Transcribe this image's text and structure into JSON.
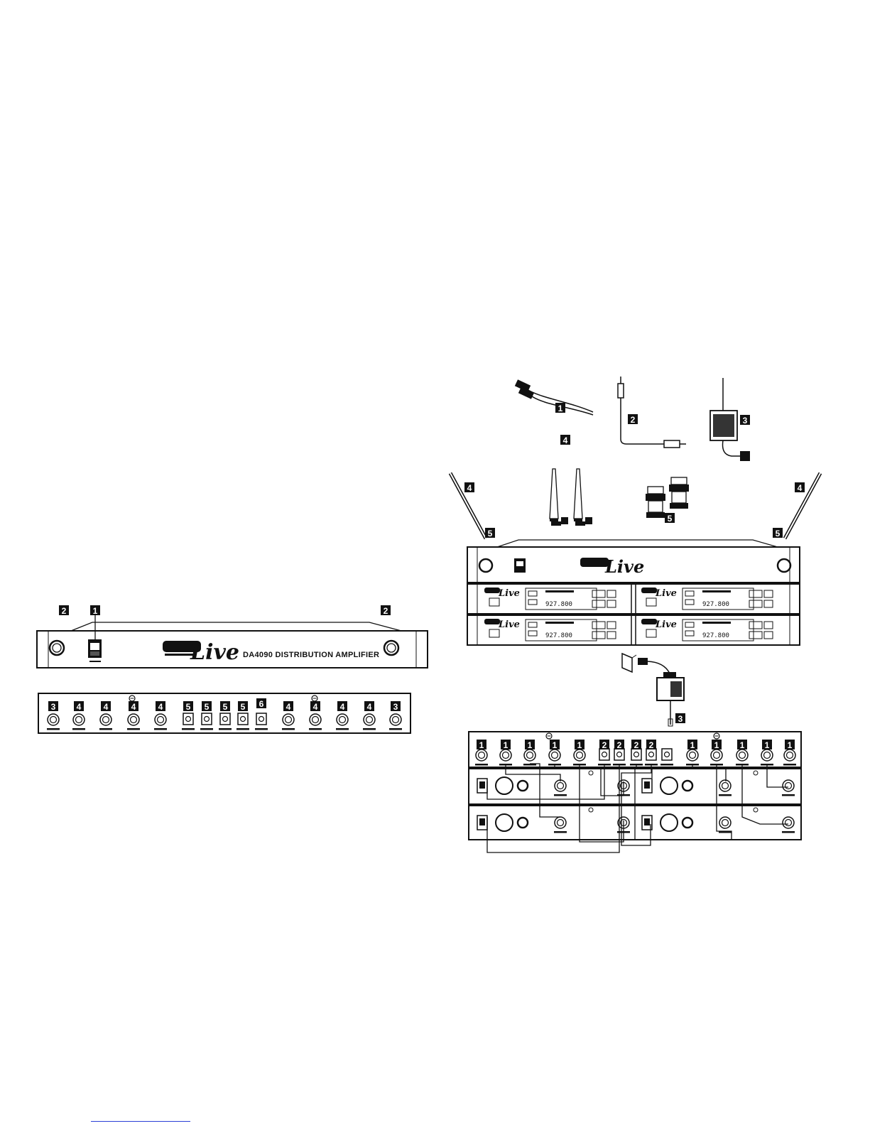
{
  "left_diagram": {
    "front_panel": {
      "product_name": "DA4090 DISTRIBUTION AMPLIFIER",
      "callouts": [
        "2",
        "1",
        "2"
      ]
    },
    "rear_panel": {
      "callouts": [
        "3",
        "4",
        "4",
        "4",
        "4",
        "5",
        "5",
        "5",
        "5",
        "6",
        "4",
        "4",
        "4",
        "4",
        "3"
      ]
    }
  },
  "right_diagram": {
    "accessories": {
      "callouts": [
        "1",
        "2",
        "3",
        "4",
        "5"
      ]
    },
    "rack_front": {
      "callouts": [
        "4",
        "4",
        "5",
        "5"
      ],
      "lcd_readout": "927.800"
    },
    "power_adapter_callout": "3",
    "rack_rear": {
      "callouts": [
        "1",
        "1",
        "1",
        "1",
        "1",
        "2",
        "2",
        "2",
        "2",
        "1",
        "1",
        "1",
        "1",
        "1"
      ]
    }
  },
  "colors": {
    "ink": "#111111",
    "link_underline": "#2a3fd6"
  }
}
